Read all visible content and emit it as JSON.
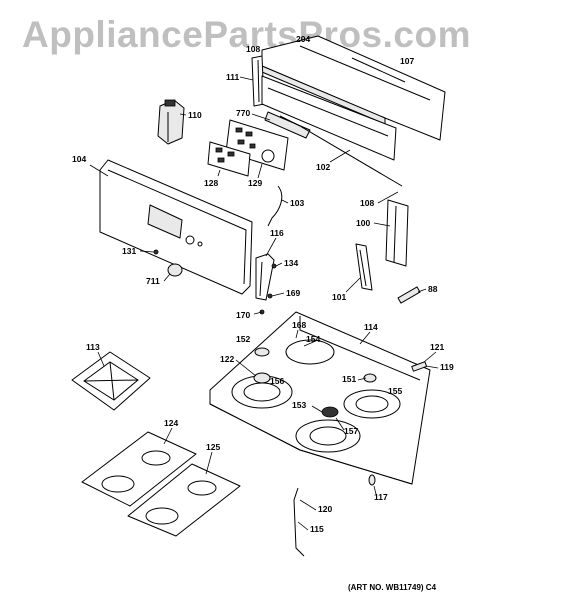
{
  "watermark": "AppliancePartsPros.com",
  "art_number": "(ART NO. WB11749) C4",
  "parts": [
    {
      "key": "p108a",
      "label": "108"
    },
    {
      "key": "p204",
      "label": "204"
    },
    {
      "key": "p107",
      "label": "107"
    },
    {
      "key": "p111",
      "label": "111"
    },
    {
      "key": "p110",
      "label": "110"
    },
    {
      "key": "p770",
      "label": "770"
    },
    {
      "key": "p104",
      "label": "104"
    },
    {
      "key": "p128",
      "label": "128"
    },
    {
      "key": "p129",
      "label": "129"
    },
    {
      "key": "p102",
      "label": "102"
    },
    {
      "key": "p103",
      "label": "103"
    },
    {
      "key": "p108b",
      "label": "108"
    },
    {
      "key": "p100",
      "label": "100"
    },
    {
      "key": "p116",
      "label": "116"
    },
    {
      "key": "p131",
      "label": "131"
    },
    {
      "key": "p134",
      "label": "134"
    },
    {
      "key": "p711",
      "label": "711"
    },
    {
      "key": "p169",
      "label": "169"
    },
    {
      "key": "p101",
      "label": "101"
    },
    {
      "key": "p88",
      "label": "88"
    },
    {
      "key": "p170",
      "label": "170"
    },
    {
      "key": "p168",
      "label": "168"
    },
    {
      "key": "p114",
      "label": "114"
    },
    {
      "key": "p152",
      "label": "152"
    },
    {
      "key": "p154",
      "label": "154"
    },
    {
      "key": "p113",
      "label": "113"
    },
    {
      "key": "p121",
      "label": "121"
    },
    {
      "key": "p122",
      "label": "122"
    },
    {
      "key": "p156",
      "label": "156"
    },
    {
      "key": "p119",
      "label": "119"
    },
    {
      "key": "p151",
      "label": "151"
    },
    {
      "key": "p155",
      "label": "155"
    },
    {
      "key": "p153",
      "label": "153"
    },
    {
      "key": "p157",
      "label": "157"
    },
    {
      "key": "p124",
      "label": "124"
    },
    {
      "key": "p125",
      "label": "125"
    },
    {
      "key": "p117",
      "label": "117"
    },
    {
      "key": "p120",
      "label": "120"
    },
    {
      "key": "p115",
      "label": "115"
    }
  ]
}
